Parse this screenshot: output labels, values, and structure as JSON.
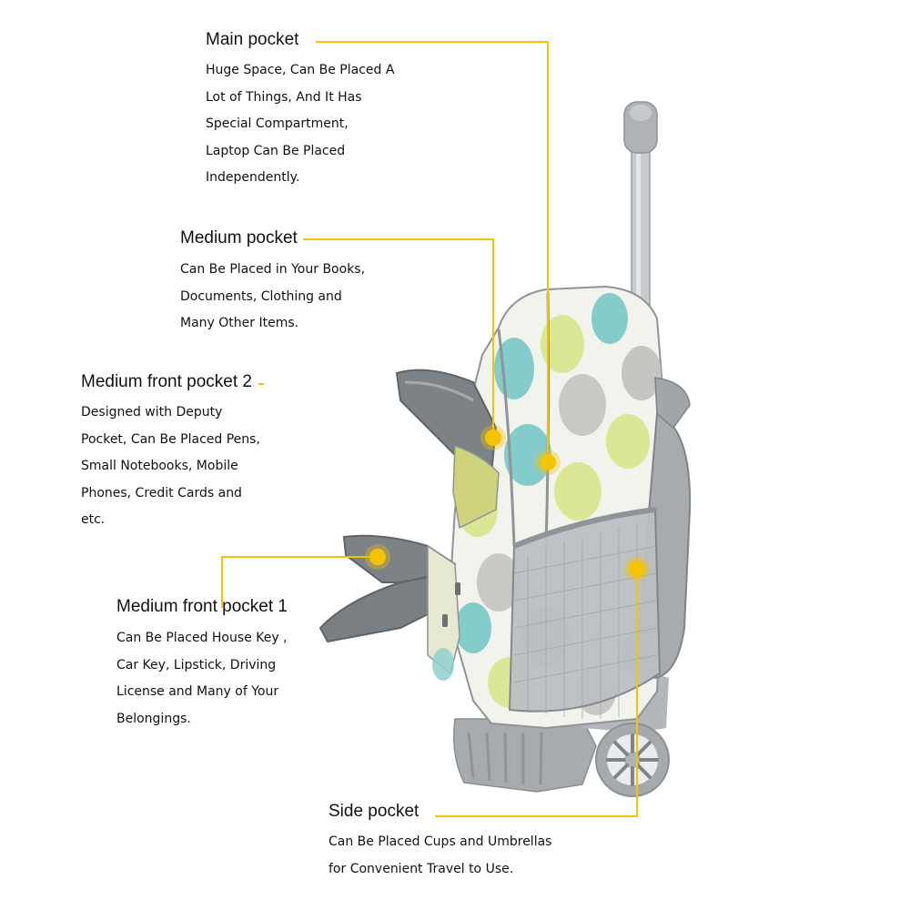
{
  "colors": {
    "accent": "#f5c400",
    "fabric_white": "#f3f3ee",
    "teal": "#6ec4c4",
    "lime": "#d9e58c",
    "grey_leaf": "#b9b9b6",
    "trim": "#8f9498",
    "mesh": "#a8abad",
    "handle": "#bfc3c6"
  },
  "callouts": [
    {
      "title": "Main pocket",
      "lines": [
        "Huge Space, Can Be Placed A",
        "Lot of Things, And It Has",
        "Special Compartment,",
        "Laptop Can Be Placed",
        "Independently."
      ]
    },
    {
      "title": "Medium pocket",
      "lines": [
        "Can Be Placed in Your Books,",
        "Documents, Clothing and",
        "Many Other Items."
      ]
    },
    {
      "title": "Medium front pocket 2",
      "lines": [
        "Designed with Deputy",
        "Pocket, Can Be Placed Pens,",
        "Small Notebooks, Mobile",
        "Phones, Credit Cards and",
        "etc."
      ]
    },
    {
      "title": "Medium front pocket 1",
      "lines": [
        "Can Be Placed House Key ,",
        "Car Key, Lipstick, Driving",
        "License and Many of Your",
        "Belongings."
      ]
    },
    {
      "title": "Side pocket",
      "lines": [
        "Can Be Placed Cups and Umbrellas",
        "for Convenient Travel to Use."
      ]
    }
  ]
}
